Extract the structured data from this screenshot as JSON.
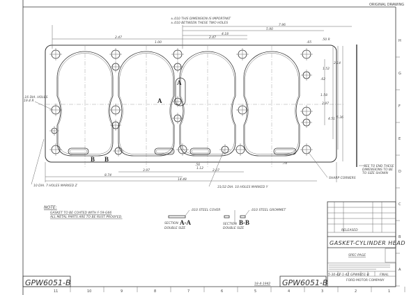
{
  "drawing": {
    "part_number": "GPW6051-B",
    "part_name": "GASKET-CYLINDER HEAD",
    "material": "SPEC-PAGE",
    "status": "RELEASED",
    "company": "FORD MOTOR COMPANY",
    "dates": [
      "5-30-42",
      "F-1-42"
    ],
    "final": "FINAL",
    "handwritten_date": "18-4-1942",
    "stamp": "ORIGINAL DRAWING"
  },
  "notes": {
    "heading": "NOTE:",
    "lines": [
      "GASKET TO BE COATED WITH F-59-G66",
      "ALL METAL PARTS ARE TO BE RUST PROOFED."
    ]
  },
  "sections": [
    {
      "callout": ".010 STEEL COVER",
      "label": "SECTION",
      "id": "A-A",
      "scale": "DOUBLE SIZE"
    },
    {
      "callout": ".010 STEEL GROMMET",
      "label": "SECTION",
      "id": "B-B",
      "scale": "DOUBLE SIZE"
    }
  ],
  "annotations": {
    "important_1": "±.010 THIS DIMENSION IS IMPORTANT",
    "important_2": "±.010 BETWEEN THESE TWO HOLES",
    "holes_z": "10 DIA. 7 HOLES MARKED Z",
    "holes_y": "31/32 DIA. 10 HOLES MARKED Y",
    "left_holes": ".16 DIA. HOLES",
    "left_holes_2": "19.4 R",
    "sharp_corners": "SHARP CORNERS",
    "end_note_1": "SEE TO END THESE",
    "end_note_2": "DIMENSIONS TO BE",
    "end_note_3": "TO SIZE SHOWN",
    "radius": ".50 R",
    "section_a": "A",
    "section_b": "B"
  },
  "dimensions": {
    "top": [
      "7.96",
      "5.90",
      "4.18",
      "2.47",
      "2.47",
      "1.00",
      ".65"
    ],
    "right": [
      "2.14",
      "1.52",
      ".62",
      "1.58",
      "2.97",
      "4.51",
      "5.36"
    ],
    "bottom": [
      "8.74",
      "3.97",
      "2.07",
      "14.48",
      ".56",
      "1.12",
      ".74"
    ]
  },
  "zones": {
    "rows": [
      "H",
      "G",
      "F",
      "E",
      "D",
      "C",
      "B",
      "A"
    ],
    "cols": [
      "11",
      "10",
      "9",
      "8",
      "7",
      "6",
      "5",
      "4",
      "3",
      "2",
      "1"
    ]
  }
}
